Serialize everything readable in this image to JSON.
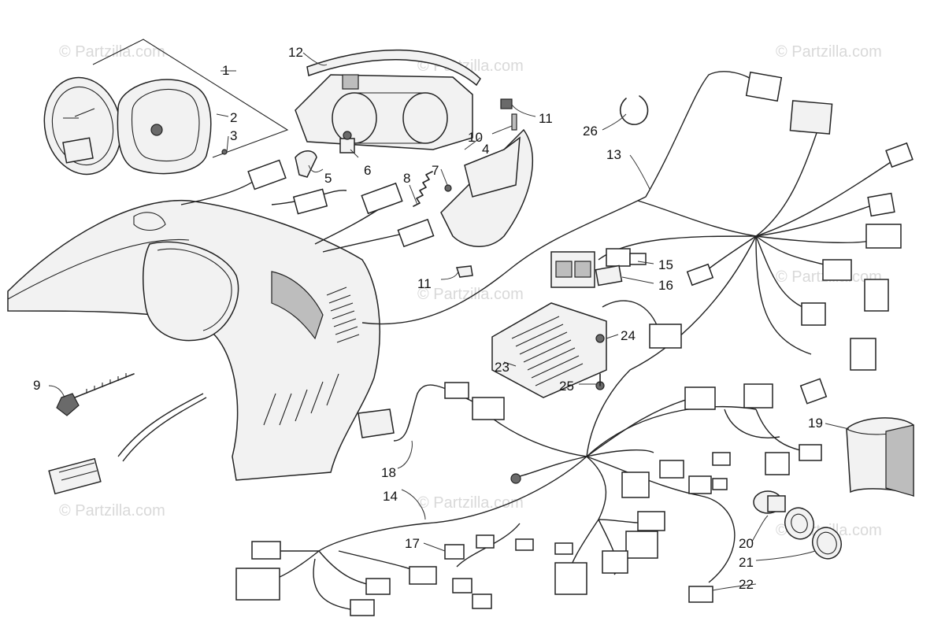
{
  "watermark": {
    "text": "© Partzilla.com",
    "color": "#d9d9d9"
  },
  "callouts": [
    {
      "id": "1",
      "label": "1"
    },
    {
      "id": "2",
      "label": "2"
    },
    {
      "id": "3",
      "label": "3"
    },
    {
      "id": "4",
      "label": "4"
    },
    {
      "id": "5",
      "label": "5"
    },
    {
      "id": "6",
      "label": "6"
    },
    {
      "id": "7",
      "label": "7"
    },
    {
      "id": "8",
      "label": "8"
    },
    {
      "id": "9",
      "label": "9"
    },
    {
      "id": "10",
      "label": "10"
    },
    {
      "id": "11a",
      "label": "11"
    },
    {
      "id": "11b",
      "label": "11"
    },
    {
      "id": "12",
      "label": "12"
    },
    {
      "id": "13",
      "label": "13"
    },
    {
      "id": "14",
      "label": "14"
    },
    {
      "id": "15",
      "label": "15"
    },
    {
      "id": "16",
      "label": "16"
    },
    {
      "id": "17",
      "label": "17"
    },
    {
      "id": "18",
      "label": "18"
    },
    {
      "id": "19",
      "label": "19"
    },
    {
      "id": "20",
      "label": "20"
    },
    {
      "id": "21",
      "label": "21"
    },
    {
      "id": "22",
      "label": "22"
    },
    {
      "id": "23",
      "label": "23"
    },
    {
      "id": "24",
      "label": "24"
    },
    {
      "id": "25",
      "label": "25"
    },
    {
      "id": "26",
      "label": "26"
    }
  ]
}
